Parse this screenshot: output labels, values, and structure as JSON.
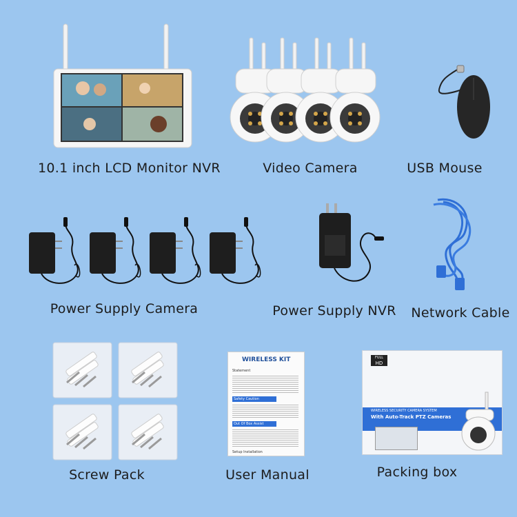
{
  "items": {
    "monitor": {
      "label": "10.1 inch LCD Monitor NVR"
    },
    "camera": {
      "label": "Video Camera"
    },
    "mouse": {
      "label": "USB Mouse"
    },
    "psu_camera": {
      "label": "Power Supply Camera"
    },
    "psu_nvr": {
      "label": "Power Supply NVR"
    },
    "network_cable": {
      "label": "Network Cable"
    },
    "screw_pack": {
      "label": "Screw Pack"
    },
    "manual": {
      "label": "User Manual",
      "title": "WIRELESS KIT",
      "sections": [
        "Statement",
        "Safety Caution",
        "Out Of Box Assist",
        "Setup Installation"
      ]
    },
    "packing_box": {
      "label": "Packing box",
      "badge_line1": "FULL",
      "badge_line2": "HD",
      "subtitle": "WIRELESS SECURITY CAMERA SYSTEM",
      "headline": "With Auto-Track PTZ Cameras"
    }
  },
  "colors": {
    "background": "#9cc6ef",
    "cable": "#2f6fd6",
    "device_white": "#f4f4f4",
    "adapter_black": "#1e1e1e"
  }
}
